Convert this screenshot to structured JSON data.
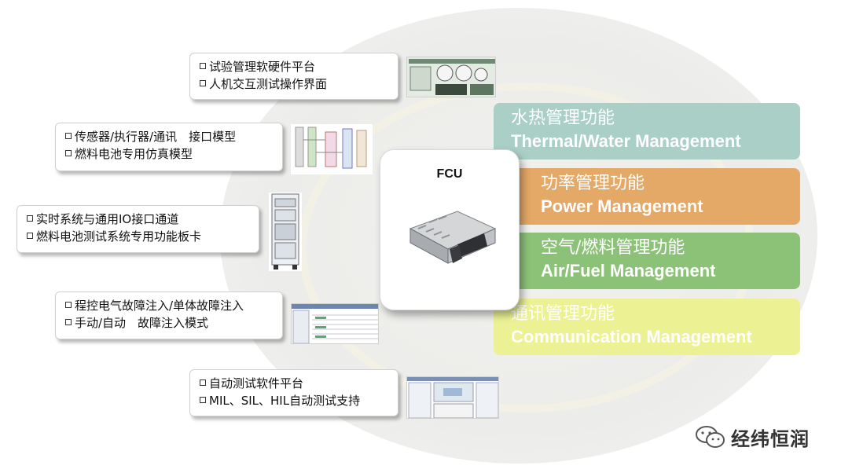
{
  "callouts": [
    {
      "lines": [
        "试验管理软硬件平台",
        "人机交互测试操作界面"
      ]
    },
    {
      "lines": [
        "传感器/执行器/通讯　接口模型",
        "燃料电池专用仿真模型"
      ]
    },
    {
      "lines": [
        "实时系统与通用IO接口通道",
        "燃料电池测试系统专用功能板卡"
      ]
    },
    {
      "lines": [
        "程控电气故障注入/单体故障注入",
        "手动/自动　故障注入模式"
      ]
    },
    {
      "lines": [
        "自动测试软件平台",
        "MIL、SIL、HIL自动测试支持"
      ]
    }
  ],
  "center": {
    "title": "FCU"
  },
  "functions": [
    {
      "zh": "水热管理功能",
      "en": "Thermal/Water Management",
      "color": "#9cc7bd"
    },
    {
      "zh": "功率管理功能",
      "en": "Power Management",
      "color": "#e0a060"
    },
    {
      "zh": "空气/燃料管理功能",
      "en": "Air/Fuel Management",
      "color": "#82bb6e"
    },
    {
      "zh": "通讯管理功能",
      "en": "Communication Management",
      "color": "#e6ee8e"
    }
  ],
  "watermark": {
    "text": "经纬恒润",
    "icon": "wechat-icon"
  }
}
